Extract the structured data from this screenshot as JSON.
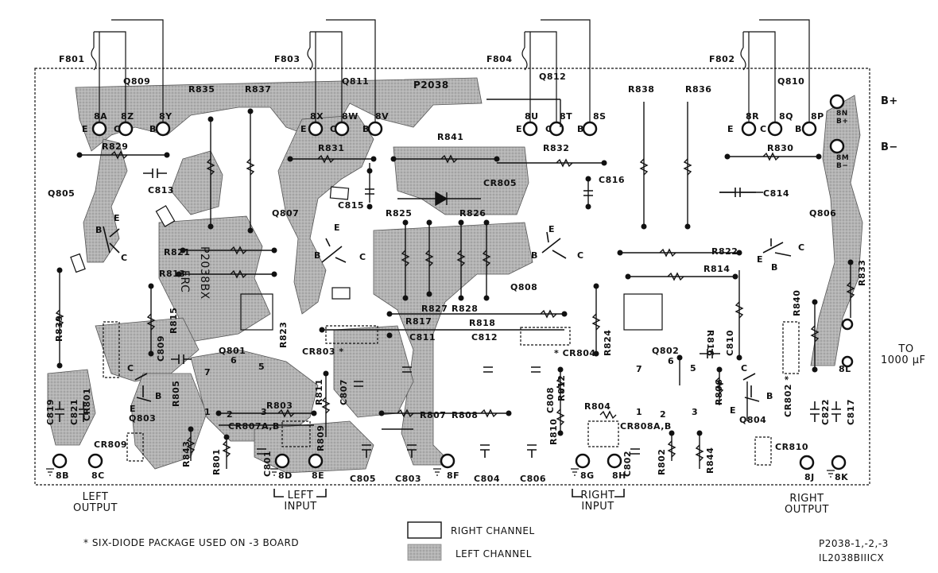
{
  "board": {
    "part_number": "P2038",
    "silk_code_1": "FRC",
    "silk_code_2": "P2038BX"
  },
  "terminals": {
    "b_plus": "B+",
    "b_minus": "B−",
    "n8A": "8A",
    "n8Z": "8Z",
    "n8Y": "8Y",
    "n8X": "8X",
    "n8W": "8W",
    "n8V": "8V",
    "n8U": "8U",
    "n8T": "8T",
    "n8S": "8S",
    "n8R": "8R",
    "n8Q": "8Q",
    "n8P": "8P",
    "n8N": "8N",
    "n8NB": "B+",
    "n8M": "8M",
    "n8MB": "B−",
    "n8B": "8B",
    "n8C": "8C",
    "n8D": "8D",
    "n8E": "8E",
    "n8F": "8F",
    "n8G": "8G",
    "n8H": "8H",
    "n8J": "8J",
    "n8K": "8K",
    "n8L": "8L"
  },
  "fuses": [
    "F801",
    "F803",
    "F804",
    "F802"
  ],
  "transistors": {
    "Q809": "Q809",
    "Q811": "Q811",
    "Q812": "Q812",
    "Q810": "Q810",
    "Q805": "Q805",
    "Q807": "Q807",
    "Q806": "Q806",
    "Q808": "Q808",
    "Q801": "Q801",
    "Q802": "Q802",
    "Q803": "Q803",
    "Q804": "Q804"
  },
  "resistors": {
    "R835": "R835",
    "R837": "R837",
    "R838": "R838",
    "R836": "R836",
    "R829": "R829",
    "R831": "R831",
    "R841": "R841",
    "R832": "R832",
    "R830": "R830",
    "R825": "R825",
    "R826": "R826",
    "R821": "R821",
    "R813": "R813",
    "R822": "R822",
    "R814": "R814",
    "R833": "R833",
    "R840": "R840",
    "R815": "R815",
    "R823": "R823",
    "R827": "R827",
    "R828": "R828",
    "R817": "R817",
    "R818": "R818",
    "R824": "R824",
    "R816": "R816",
    "R839": "R839",
    "R805": "R805",
    "R811": "R811",
    "R812": "R812",
    "R806": "R806",
    "R803": "R803",
    "R807": "R807",
    "R808": "R808",
    "R804": "R804",
    "R810": "R810",
    "R809": "R809",
    "R843": "R843",
    "R801": "R801",
    "R802": "R802",
    "R844": "R844"
  },
  "capacitors": {
    "C813": "C813",
    "C815": "C815",
    "C816": "C816",
    "C814": "C814",
    "C811": "C811",
    "C812": "C812",
    "C809": "C809",
    "C810": "C810",
    "C807": "C807",
    "C808": "C808",
    "C819": "C819",
    "C821": "C821",
    "C822": "C822",
    "C817": "C817",
    "C801": "C801",
    "C802": "C802",
    "C805": "C805",
    "C803": "C803",
    "C804": "C804",
    "C806": "C806"
  },
  "diodes": {
    "CR805": "CR805",
    "CR803": "CR803 *",
    "CR804": "* CR804",
    "CR801": "CR801",
    "CR802": "CR802 *",
    "CR807": "CR807A,B",
    "CR808": "CR808A,B",
    "CR809": "CR809",
    "CR810": "CR810"
  },
  "pin_letters": {
    "e": "E",
    "b": "B",
    "c": "C"
  },
  "pin_numbers": {
    "p1": "1",
    "p2": "2",
    "p3": "3",
    "p5": "5",
    "p6": "6",
    "p7": "7"
  },
  "labels": {
    "to_cap_1": "TO",
    "to_cap_2": "1000 µF",
    "left_output_1": "LEFT",
    "left_output_2": "OUTPUT",
    "left_input_1": "LEFT",
    "left_input_2": "INPUT",
    "right_input_1": "RIGHT",
    "right_input_2": "INPUT",
    "right_output_1": "RIGHT",
    "right_output_2": "OUTPUT"
  },
  "legend": {
    "note": "* SIX-DIODE PACKAGE USED ON -3 BOARD",
    "right_channel": "RIGHT CHANNEL",
    "left_channel": "LEFT CHANNEL",
    "right_fill": "#ffffff",
    "left_fill": "#b4b4b4"
  },
  "drawing_numbers": {
    "line1": "P2038-1,-2,-3",
    "line2": "IL2038BIIICX"
  }
}
